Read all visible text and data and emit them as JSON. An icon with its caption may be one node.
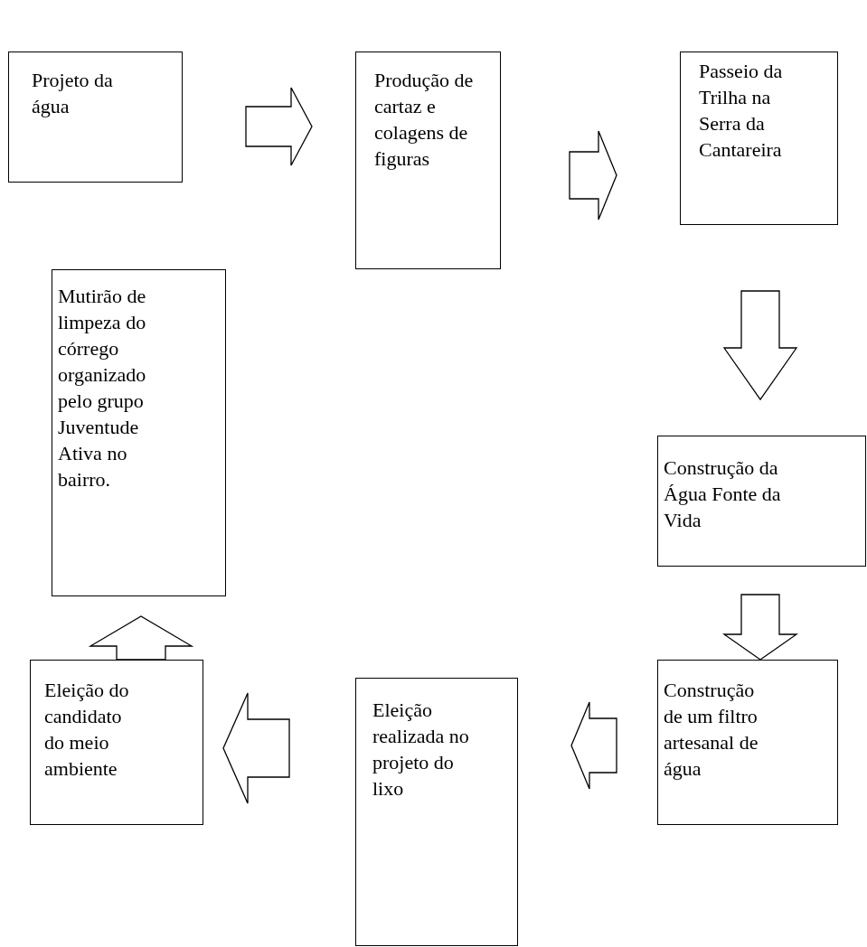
{
  "diagram": {
    "nodes": [
      {
        "text": [
          "Projeto da água"
        ]
      },
      {
        "text": [
          "Produção de cartaz e colagens de figuras"
        ]
      },
      {
        "text": [
          "Passeio da Trilha na Serra da Cantareira"
        ]
      },
      {
        "text": [
          "Construção da Água Fonte da Vida"
        ]
      },
      {
        "text": [
          "Construção de um filtro artesanal de água"
        ]
      },
      {
        "text": [
          "Eleição realizada no projeto do lixo"
        ]
      },
      {
        "text": [
          "Eleição do candidato do meio ambiente"
        ]
      },
      {
        "text": [
          "Mutirão de limpeza do córrego organizado pelo grupo Juventude Ativa no bairro."
        ]
      }
    ],
    "edges": [
      {
        "from": 0,
        "to": 1,
        "arrow": "to"
      },
      {
        "from": 1,
        "to": 2,
        "arrow": "to"
      },
      {
        "from": 2,
        "to": 3,
        "arrow": "to"
      },
      {
        "from": 3,
        "to": 4,
        "arrow": "to"
      },
      {
        "from": 4,
        "to": 5,
        "arrow": "to"
      },
      {
        "from": 5,
        "to": 6,
        "arrow": "to"
      },
      {
        "from": 6,
        "to": 7,
        "arrow": "to"
      }
    ]
  }
}
